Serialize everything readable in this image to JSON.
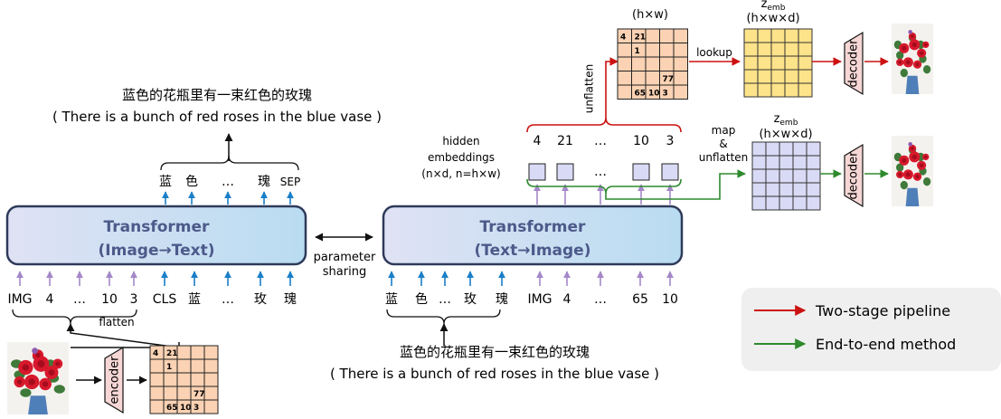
{
  "left_caption": {
    "zh": "蓝色的花瓶里有一束红色的玫瑰",
    "en": "( There is a bunch of red roses in the blue vase )"
  },
  "bottom_caption": {
    "zh": "蓝色的花瓶里有一束红色的玫瑰",
    "en": "( There is a bunch of red roses in the blue vase )"
  },
  "transformer_left": {
    "title": "Transformer",
    "subtitle": "(Image→Text)"
  },
  "transformer_right": {
    "title": "Transformer",
    "subtitle": "(Text→Image)"
  },
  "parameter_sharing": [
    "parameter",
    "sharing"
  ],
  "left_outputs": [
    "蓝",
    "色",
    "…",
    "瑰",
    "SEP"
  ],
  "left_inputs": [
    "IMG",
    "4",
    "…",
    "10",
    "3",
    "CLS",
    "蓝",
    "…",
    "玫",
    "瑰"
  ],
  "right_inputs": [
    "蓝",
    "色",
    "…",
    "玫",
    "瑰",
    "IMG",
    "4",
    "…",
    "65",
    "10"
  ],
  "flatten_label": "flatten",
  "encoder_label": "encoder",
  "unflatten_label": "unflatten",
  "hidden_label": [
    "hidden",
    "embeddings",
    "(n×d, n=h×w)"
  ],
  "hidden_tokens": [
    "4",
    "21",
    "…",
    "10",
    "3"
  ],
  "grid_top_label": "(h×w)",
  "zemb_top_label": {
    "z": "z",
    "sub": "emb",
    "dims": "(h×w×d)"
  },
  "zemb_mid_label": {
    "z": "z",
    "sub": "emb",
    "dims": "(h×w×d)"
  },
  "lookup_label": "lookup",
  "map_label": [
    "map",
    "&",
    "unflatten"
  ],
  "decoder_label": "decoder",
  "token_grid": [
    [
      "4",
      "21",
      "",
      "",
      ""
    ],
    [
      "",
      "1",
      "",
      "",
      ""
    ],
    [
      "",
      "",
      "",
      "",
      ""
    ],
    [
      "",
      "",
      "",
      "77",
      ""
    ],
    [
      "",
      "65",
      "10",
      "3",
      ""
    ]
  ],
  "token_grid_top": [
    [
      "4",
      "21",
      "",
      "",
      ""
    ],
    [
      "",
      "1",
      "",
      "",
      ""
    ],
    [
      "",
      "",
      "",
      "",
      ""
    ],
    [
      "",
      "",
      "",
      "77",
      ""
    ],
    [
      "",
      "65",
      "10",
      "3",
      ""
    ]
  ],
  "legend": {
    "two_stage": "Two-stage pipeline",
    "end_to_end": "End-to-end method"
  },
  "colors": {
    "transformer_fill": "#d6dcf0",
    "transformer_edge": "#2e3a5a",
    "grid_fill": "#fbd2b3",
    "zemb_top_fill": "#fde38a",
    "zemb_mid_fill": "#d9daf5",
    "decoder_fill": "#f6d7d5",
    "red": "#cc1111",
    "green": "#2d8a2d",
    "purple": "#a488c8",
    "blue": "#1a7fc8",
    "legend_bg": "#efefef"
  }
}
